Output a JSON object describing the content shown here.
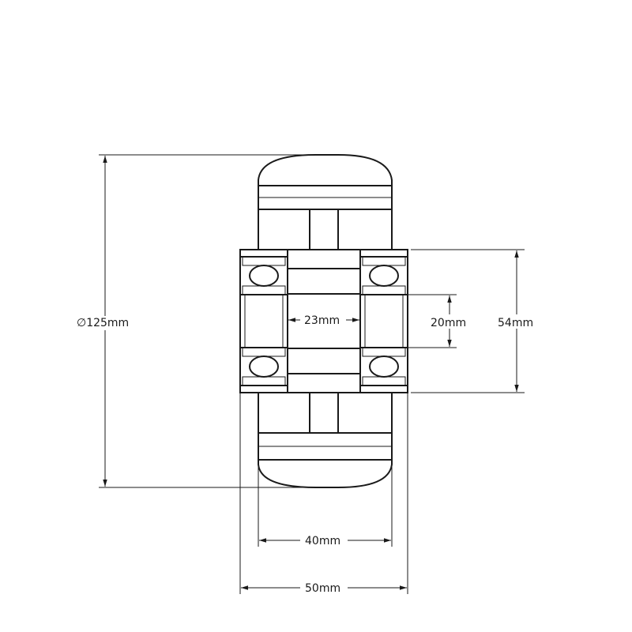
{
  "drawing": {
    "outer_diameter": "∅125mm",
    "hub_length": "54mm",
    "bore": "20mm",
    "spacer_length": "23mm",
    "tread_width": "40mm",
    "overall_width": "50mm"
  },
  "colors": {
    "line": "#1a1a1a",
    "background": "#ffffff"
  }
}
